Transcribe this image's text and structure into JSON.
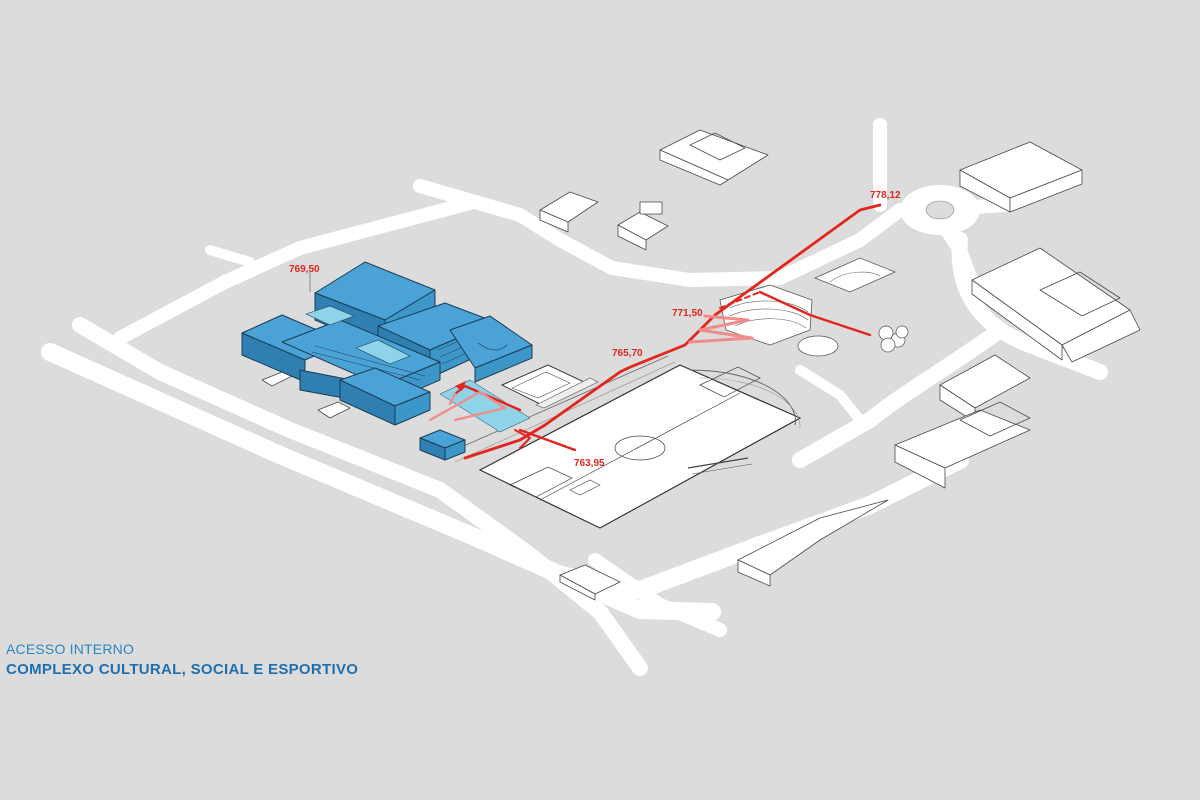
{
  "elevations": {
    "top": "778,12",
    "upper": "771,50",
    "middle": "765,70",
    "building": "769,50",
    "lower": "763,95"
  },
  "caption": {
    "subtitle": "ACESSO INTERNO",
    "title": "COMPLEXO CULTURAL, SOCIAL E ESPORTIVO"
  },
  "colors": {
    "background": "#dcdcdc",
    "road": "#ffffff",
    "building": "#3d96c8",
    "route": "#e2261f",
    "caption_subtitle": "#2a87c4",
    "caption_title": "#1f6fb0"
  }
}
